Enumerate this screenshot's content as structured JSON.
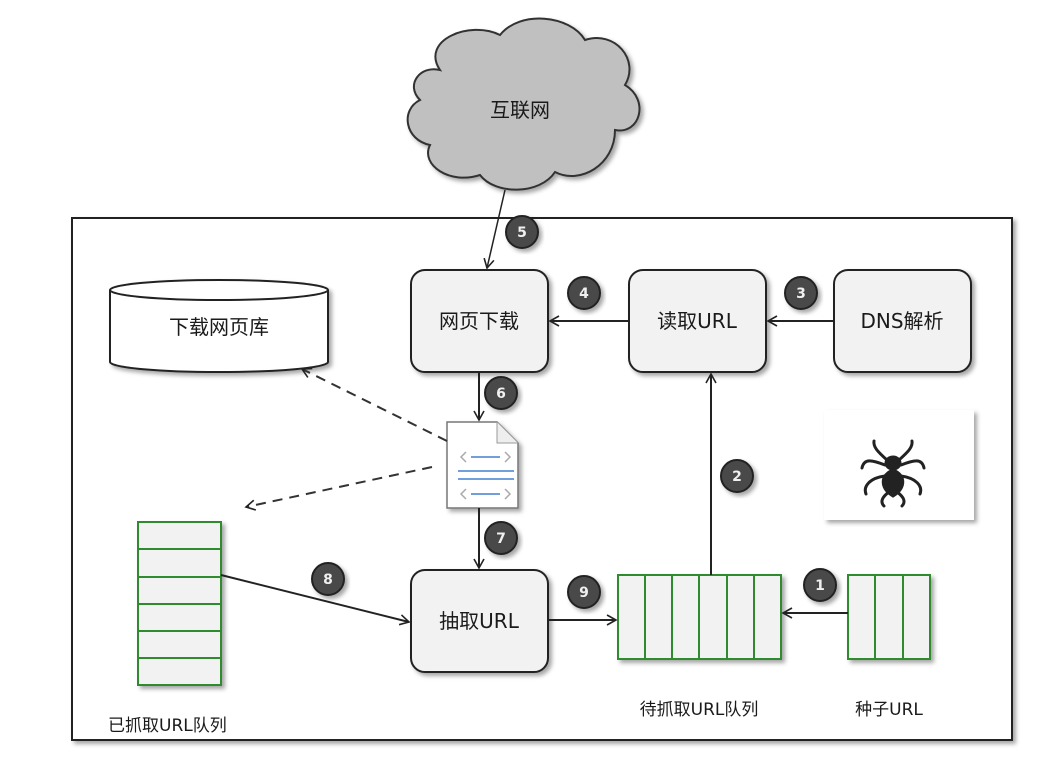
{
  "diagram": {
    "title": "Web crawler architecture",
    "cloud": {
      "label": "互联网"
    },
    "nodes": {
      "page_store": {
        "label": "下载网页库",
        "shape": "cylinder"
      },
      "page_download": {
        "label": "网页下载"
      },
      "read_url": {
        "label": "读取URL"
      },
      "dns": {
        "label": "DNS解析"
      },
      "extract_url": {
        "label": "抽取URL"
      },
      "document": {
        "label": "web-page-document"
      },
      "spider": {
        "label": "spider-logo"
      }
    },
    "queues": {
      "crawled": {
        "label": "已抓取URL队列",
        "cells": 6,
        "orientation": "vertical"
      },
      "pending": {
        "label": "待抓取URL队列",
        "cells": 6,
        "orientation": "horizontal"
      },
      "seed": {
        "label": "种子URL",
        "cells": 3,
        "orientation": "horizontal"
      }
    },
    "steps": [
      {
        "num": "1",
        "from": "种子URL",
        "to": "待抓取URL队列"
      },
      {
        "num": "2",
        "from": "待抓取URL队列",
        "to": "读取URL"
      },
      {
        "num": "3",
        "from": "DNS解析",
        "to": "读取URL"
      },
      {
        "num": "4",
        "from": "读取URL",
        "to": "网页下载"
      },
      {
        "num": "5",
        "from": "互联网",
        "to": "网页下载"
      },
      {
        "num": "6",
        "from": "网页下载",
        "to": "document"
      },
      {
        "num": "7",
        "from": "document",
        "to": "抽取URL"
      },
      {
        "num": "8",
        "from": "已抓取URL队列",
        "to": "抽取URL"
      },
      {
        "num": "9",
        "from": "抽取URL",
        "to": "待抓取URL队列"
      }
    ],
    "colors": {
      "queue_border": "#2e8b2e",
      "box_fill": "#f2f2f2",
      "cloud_fill": "#c0c0c0",
      "badge_fill": "#4a4a4a",
      "doc_lines": "#6f9fdc"
    }
  }
}
